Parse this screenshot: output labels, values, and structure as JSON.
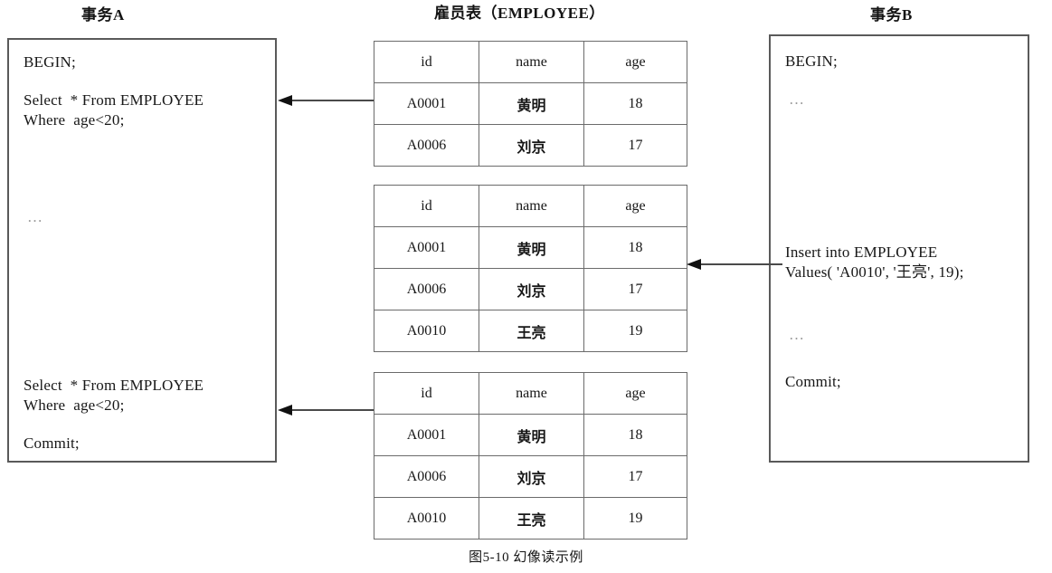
{
  "figure": {
    "caption": "图5-10 幻像读示例"
  },
  "columns": {
    "transaction_a_title": "事务A",
    "employee_table_title": "雇员表（EMPLOYEE）",
    "transaction_b_title": "事务B"
  },
  "transaction_a": {
    "begin": "BEGIN;",
    "select_first": "Select  * From EMPLOYEE\nWhere  age<20;",
    "ellipsis": "…",
    "select_second": "Select  * From EMPLOYEE\nWhere  age<20;",
    "commit": "Commit;"
  },
  "transaction_b": {
    "begin": "BEGIN;",
    "ellipsis_first": "…",
    "insert": "Insert into EMPLOYEE\nValues( 'A0010', '王亮', 19);",
    "ellipsis_second": "…",
    "commit": "Commit;"
  },
  "tables": [
    {
      "name": "employee-snapshot-1",
      "headers": [
        "id",
        "name",
        "age"
      ],
      "rows": [
        [
          "A0001",
          "黄明",
          "18"
        ],
        [
          "A0006",
          "刘京",
          "17"
        ]
      ]
    },
    {
      "name": "employee-snapshot-2",
      "headers": [
        "id",
        "name",
        "age"
      ],
      "rows": [
        [
          "A0001",
          "黄明",
          "18"
        ],
        [
          "A0006",
          "刘京",
          "17"
        ],
        [
          "A0010",
          "王亮",
          "19"
        ]
      ]
    },
    {
      "name": "employee-snapshot-3",
      "headers": [
        "id",
        "name",
        "age"
      ],
      "rows": [
        [
          "A0001",
          "黄明",
          "18"
        ],
        [
          "A0006",
          "刘京",
          "17"
        ],
        [
          "A0010",
          "王亮",
          "19"
        ]
      ]
    }
  ],
  "arrows": [
    {
      "name": "arrow-table1-to-txn-a",
      "direction": "left"
    },
    {
      "name": "arrow-txn-b-to-table2",
      "direction": "left"
    },
    {
      "name": "arrow-table3-to-txn-a",
      "direction": "left"
    }
  ],
  "colors": {
    "box_border": "#5a5a5a",
    "table_border": "#6b6b6b",
    "text": "#171717",
    "ellipsis": "#9a9a9a",
    "background": "#ffffff"
  }
}
